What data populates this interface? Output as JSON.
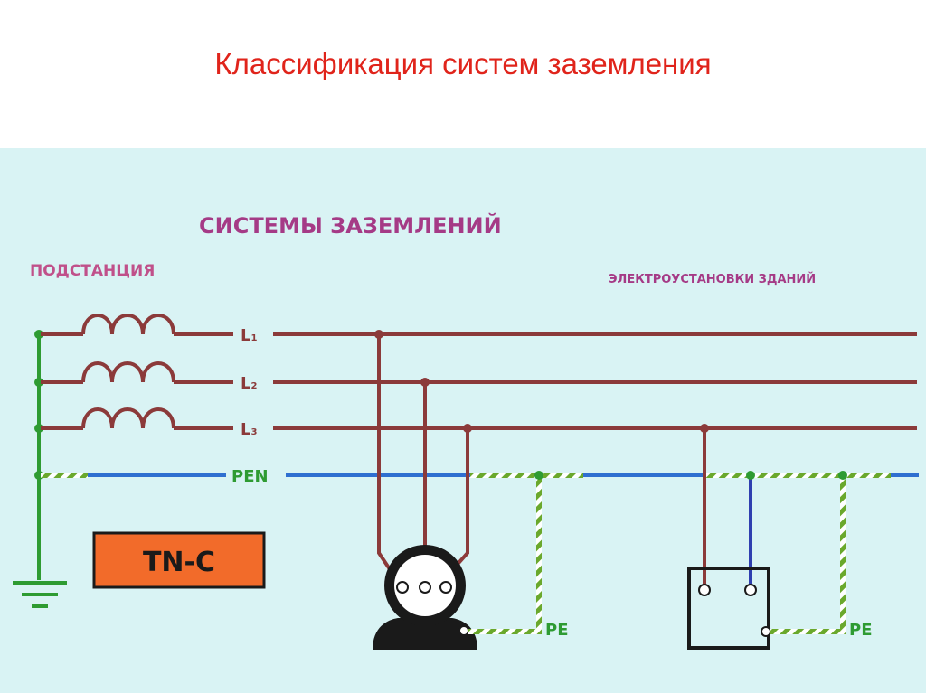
{
  "slide": {
    "title": "Классификация систем заземления"
  },
  "diagram": {
    "heading": "СИСТЕМЫ ЗАЗЕМЛЕНИЙ",
    "substation_label": "ПОДСТАНЦИЯ",
    "buildings_label": "ЭЛЕКТРОУСТАНОВКИ ЗДАНИЙ",
    "line_labels": {
      "l1": "L",
      "l1_sub": "1",
      "l2": "L",
      "l2_sub": "2",
      "l3": "L",
      "l3_sub": "3",
      "pen": "PEN"
    },
    "system_type": "TN-C",
    "pe_label_motor": "PE",
    "pe_label_socket": "PE",
    "colors": {
      "background": "#d9f3f4",
      "title": "#e0241b",
      "heading": "#a53a86",
      "phase_wire": "#8b3a3a",
      "pen_wire": "#2f6fd0",
      "ground": "#2e9b32",
      "pe_wire": "#6aa82c",
      "badge_fill": "#f26b2a"
    }
  }
}
